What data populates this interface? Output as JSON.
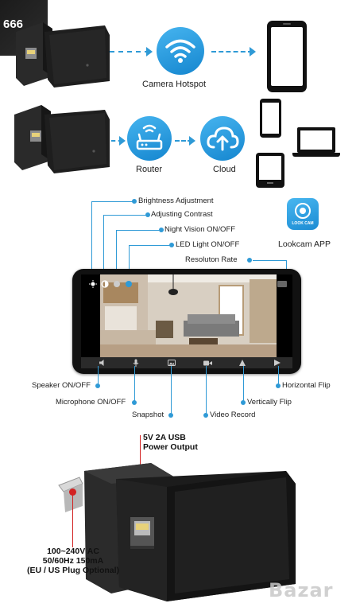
{
  "corner_badge": "666",
  "watermark": "Bazar",
  "flow": {
    "hotspot_label": "Camera Hotspot",
    "router_label": "Router",
    "cloud_label": "Cloud"
  },
  "app": {
    "app_label": "Lookcam APP",
    "logo_text": "LOOK CAM"
  },
  "features_top": {
    "brightness": "Brightness Adjustment",
    "contrast": "Adjusting Contrast",
    "night_vision": "Night Vision ON/OFF",
    "led": "LED Light ON/OFF",
    "resolution": "Resoluton Rate"
  },
  "features_bottom": {
    "speaker": "Speaker ON/OFF",
    "microphone": "Microphone ON/OFF",
    "snapshot": "Snapshot",
    "video_record": "Video Record",
    "vertical_flip": "Vertically Flip",
    "horizontal_flip": "Horizontal Flip"
  },
  "charger": {
    "usb_line1": "5V 2A USB",
    "usb_line2": "Power Output",
    "ac_line1": "100~240V AC",
    "ac_line2": "50/60Hz 150mA",
    "ac_line3": "(EU / US Plug Optional)"
  },
  "colors": {
    "accent_blue": "#2f9ad6",
    "marker_red": "#d22222",
    "device_black": "#1b1b1b"
  }
}
